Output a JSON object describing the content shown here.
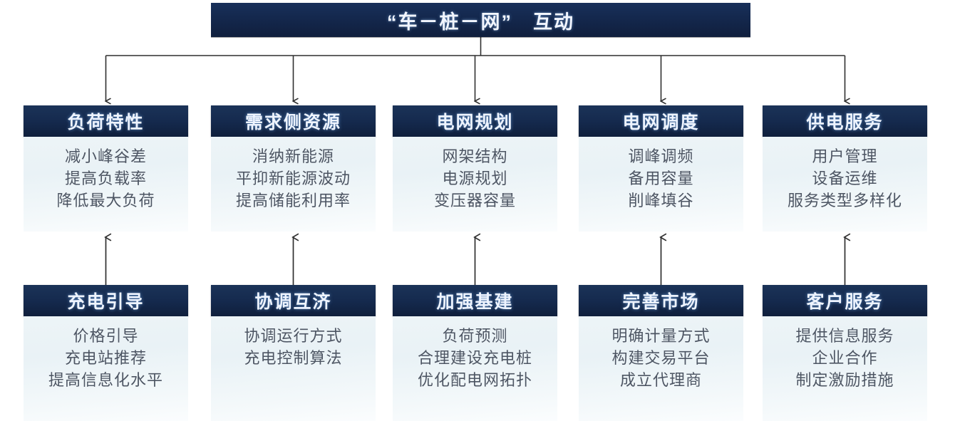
{
  "diagram": {
    "title": "“车－桩－网”　互动",
    "top_row": [
      {
        "header": "负荷特性",
        "items": [
          "减小峰谷差",
          "提高负载率",
          "降低最大负荷"
        ]
      },
      {
        "header": "需求侧资源",
        "items": [
          "消纳新能源",
          "平抑新能源波动",
          "提高储能利用率"
        ]
      },
      {
        "header": "电网规划",
        "items": [
          "网架结构",
          "电源规划",
          "变压器容量"
        ]
      },
      {
        "header": "电网调度",
        "items": [
          "调峰调频",
          "备用容量",
          "削峰填谷"
        ]
      },
      {
        "header": "供电服务",
        "items": [
          "用户管理",
          "设备运维",
          "服务类型多样化"
        ]
      }
    ],
    "bottom_row": [
      {
        "header": "充电引导",
        "items": [
          "价格引导",
          "充电站推荐",
          "提高信息化水平"
        ]
      },
      {
        "header": "协调互济",
        "items": [
          "协调运行方式",
          "充电控制算法"
        ]
      },
      {
        "header": "加强基建",
        "items": [
          "负荷预测",
          "合理建设充电桩",
          "优化配电网拓扑"
        ]
      },
      {
        "header": "完善市场",
        "items": [
          "明确计量方式",
          "构建交易平台",
          "成立代理商"
        ]
      },
      {
        "header": "客户服务",
        "items": [
          "提供信息服务",
          "企业合作",
          "制定激励措施"
        ]
      }
    ],
    "colors": {
      "header_navy": "#152a4e",
      "body_light": "#edf4f7",
      "item_text": "#4c5563",
      "connector": "#333333"
    }
  }
}
